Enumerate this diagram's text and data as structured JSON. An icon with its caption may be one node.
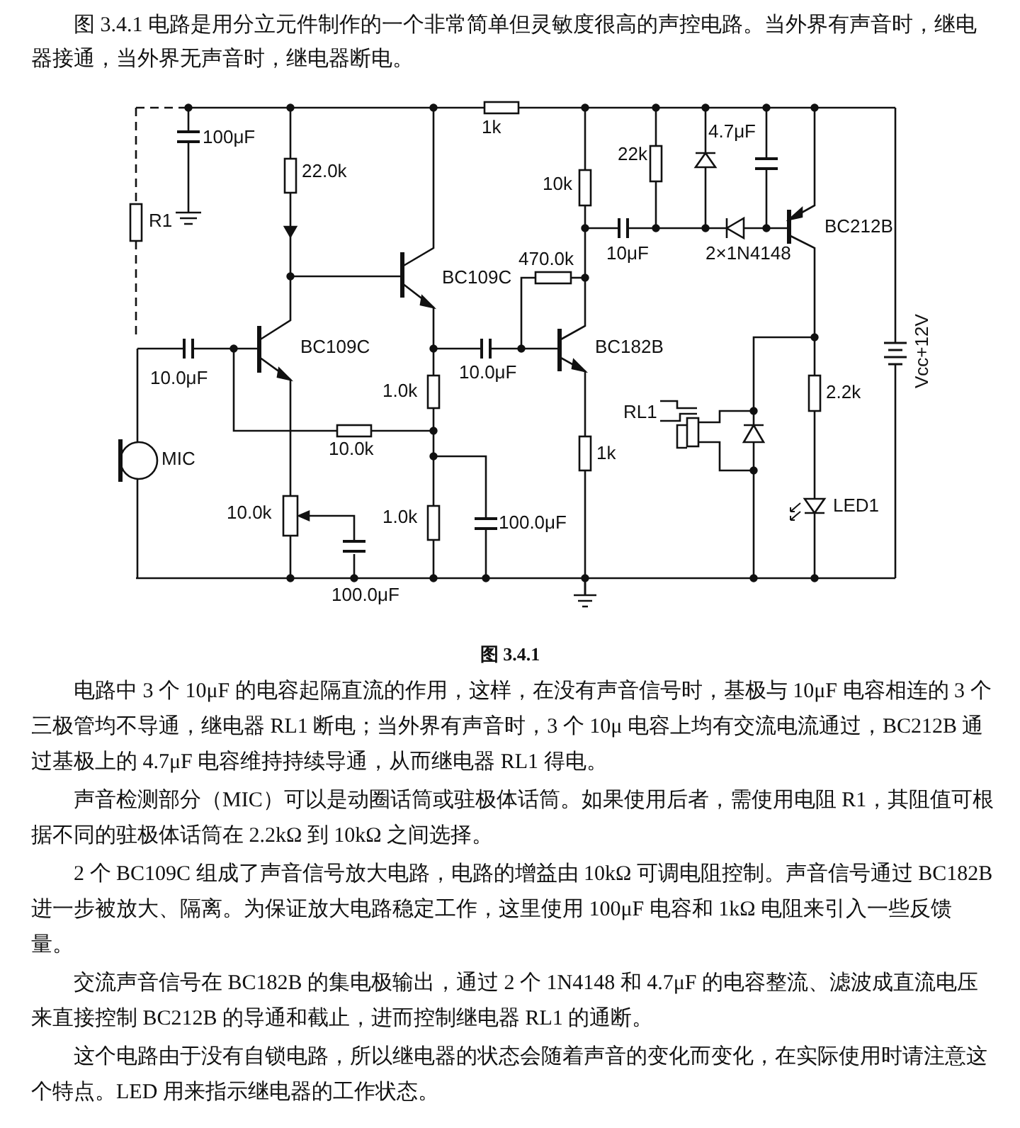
{
  "diagram": {
    "caption": "图 3.4.1",
    "labels": [
      "图 3.4.1 电路是用分立元件制作的一个非常简单但灵敏度很高的声控电路。当外界有声音时，继电器接通，当外界无声音时，继电器断电。",
      "100μF",
      "1k",
      "22k",
      "4.7μF",
      "22.0k",
      "10k",
      "R1",
      "BC212B",
      "10μF",
      "2×1N4148",
      "BC109C",
      "470.0k",
      "BC109C",
      "10.0μF",
      "1.0k",
      "10.0μF",
      "BC182B",
      "Vcc+12V",
      "2.2k",
      "RL1",
      "MIC",
      "10.0k",
      "1k",
      "10.0k",
      "1.0k",
      "100.0μF",
      "LED1",
      "100.0μF",
      "电路中 3 个 10μF 的电容起隔直流的作用，这样，在没有声音信号时，基极与 10μF 电容相连的 3 个三极管均不导通，继电器 RL1 断电；当外界有声音时，3 个 10μ 电容上均有交流电流通过，BC212B 通过基极上的 4.7μF 电容维持持续导通，从而继电器 RL1 得电。",
      "声音检测部分（MIC）可以是动圈话筒或驻极体话筒。如果使用后者，需使用电阻 R1，其阻值可根据不同的驻极体话筒在 2.2kΩ 到 10kΩ 之间选择。",
      "2 个 BC109C 组成了声音信号放大电路，电路的增益由 10kΩ 可调电阻控制。声音信号通过 BC182B 进一步被放大、隔离。为保证放大电路稳定工作，这里使用 100μF 电容和 1kΩ 电阻来引入一些反馈量。",
      "交流声音信号在 BC182B 的集电极输出，通过 2 个 1N4148 和 4.7μF 的电容整流、滤波成直流电压来直接控制 BC212B 的导通和截止，进而控制继电器 RL1 的通断。",
      "这个电路由于没有自锁电路，所以继电器的状态会随着声音的变化而变化，在实际使用时请注意这个特点。LED 用来指示继电器的工作状态。"
    ]
  }
}
